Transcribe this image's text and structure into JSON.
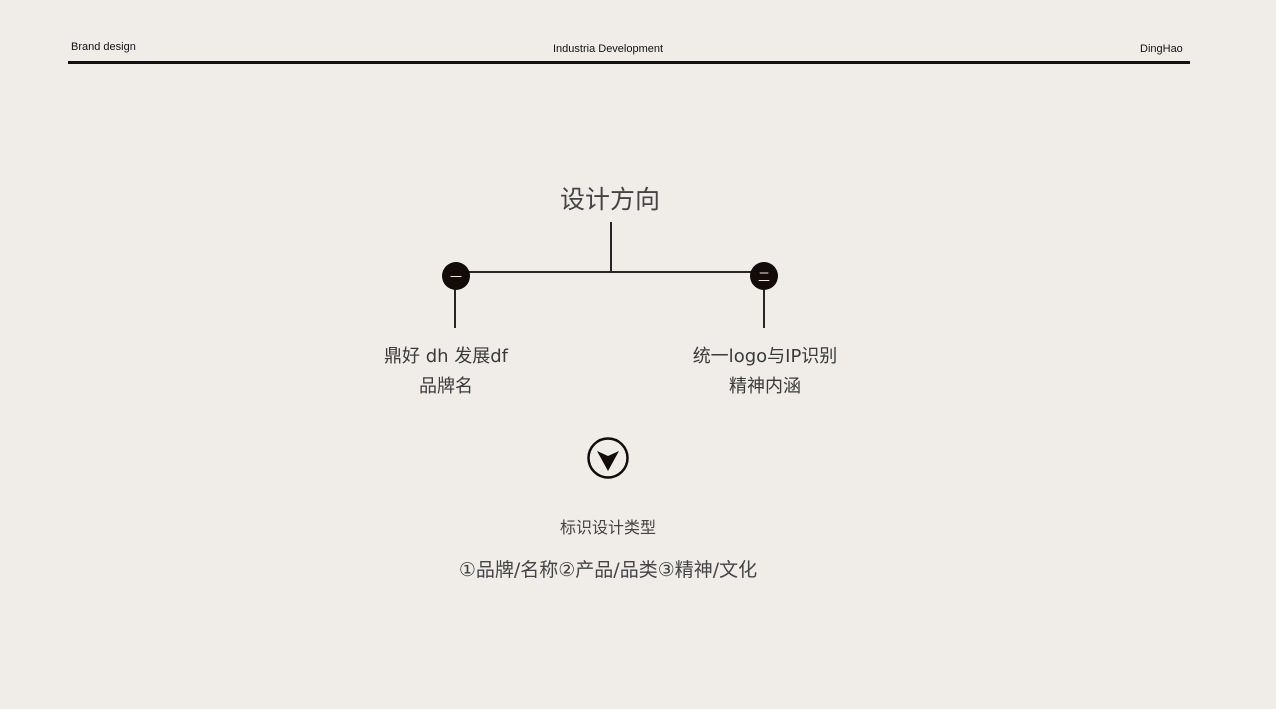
{
  "header": {
    "left": "Brand design",
    "center": "Industria Development",
    "right": "DingHao"
  },
  "diagram": {
    "title": "设计方向",
    "nodes": [
      {
        "marker": "一",
        "line1": "鼎好 dh 发展df",
        "line2": "品牌名"
      },
      {
        "marker": "二",
        "line1": "统一logo与IP识别",
        "line2": "精神内涵"
      }
    ]
  },
  "footer": {
    "subtitle": "标识设计类型",
    "types": "①品牌/名称②产品/品类③精神/文化"
  }
}
